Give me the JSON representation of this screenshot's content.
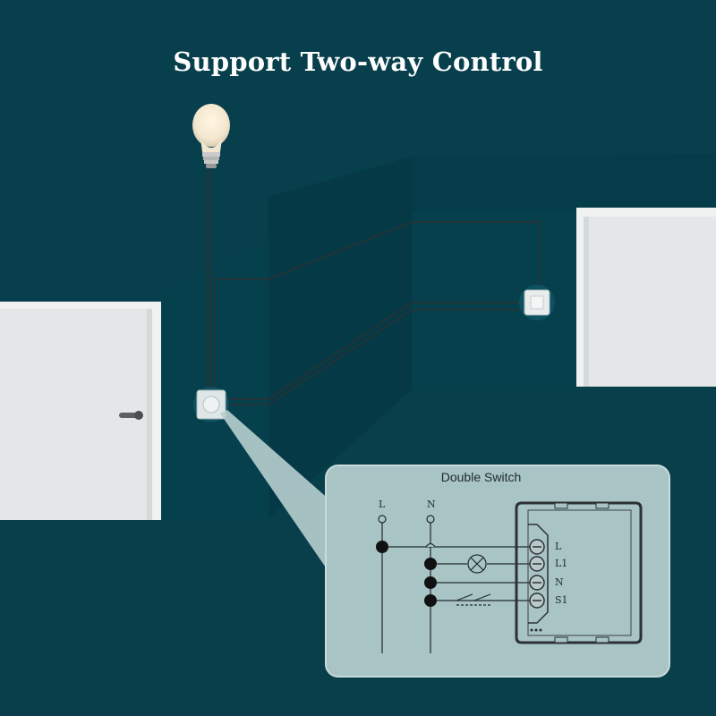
{
  "title": "Support Two-way Control",
  "callout": {
    "title": "Double Switch",
    "rails": [
      "L",
      "N"
    ],
    "terminals": [
      "L",
      "L1",
      "N",
      "S1"
    ]
  },
  "colors": {
    "background": "#073f4c",
    "wall_dark": "#053642",
    "door": "#e9ecec",
    "callout_panel": "#a8c3c4",
    "wire": "#2b2f30",
    "highlight_ring": "#3f7d8a"
  }
}
